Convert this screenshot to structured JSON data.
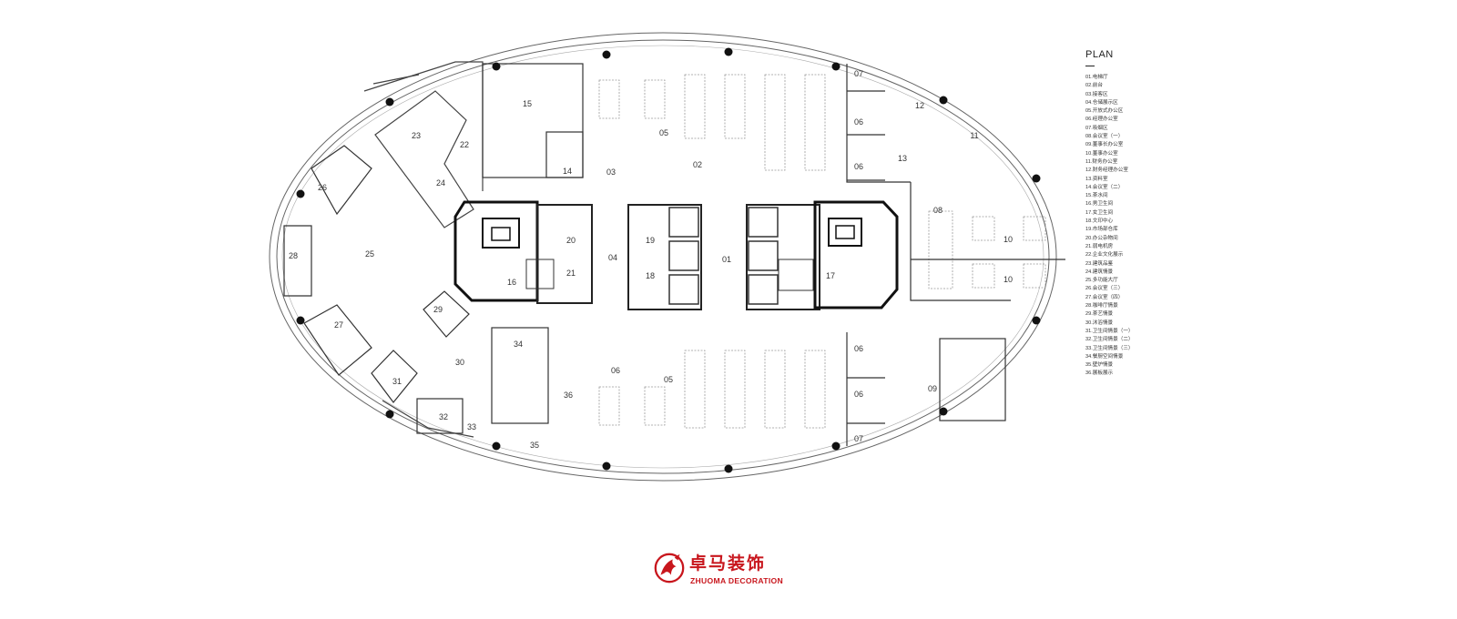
{
  "legend": {
    "title": "PLAN",
    "items": [
      "01.电梯厅",
      "02.前台",
      "03.接客区",
      "04.仓储展示区",
      "05.开放式办公区",
      "06.经理办公室",
      "07.吸烟区",
      "08.会议室（一）",
      "09.董事长办公室",
      "10.董事办公室",
      "11.财务办公室",
      "12.财务经理办公室",
      "13.资料室",
      "14.会议室（二）",
      "15.茶水间",
      "16.男卫生间",
      "17.女卫生间",
      "18.文印中心",
      "19.市场部仓库",
      "20.办公杂物间",
      "21.弱电机房",
      "22.企业文化展示",
      "23.建筑品鉴",
      "24.建筑情景",
      "25.多功能大厅",
      "26.会议室（三）",
      "27.会议室（四）",
      "28.咖啡厅情景",
      "29.茶艺情景",
      "30.沐浴情景",
      "31.卫生间情景（一）",
      "32.卫生间情景（二）",
      "33.卫生间情景（三）",
      "34.餐厨空间情景",
      "35.壁炉情景",
      "36.展板展示"
    ]
  },
  "room_labels": [
    "01",
    "02",
    "03",
    "04",
    "05",
    "05",
    "06",
    "06",
    "06",
    "06",
    "06",
    "07",
    "07",
    "08",
    "09",
    "10",
    "10",
    "11",
    "12",
    "13",
    "14",
    "15",
    "16",
    "17",
    "18",
    "19",
    "20",
    "21",
    "22",
    "23",
    "24",
    "25",
    "26",
    "27",
    "28",
    "29",
    "30",
    "31",
    "32",
    "33",
    "34",
    "35",
    "36"
  ],
  "logo": {
    "name_cn": "卓马装饰",
    "name_en": "ZHUOMA DECORATION",
    "color": "#c8161d"
  },
  "colors": {
    "line": "#555555",
    "wall": "#1a1a1a",
    "furniture": "#8a8a8a",
    "column": "#111111"
  }
}
